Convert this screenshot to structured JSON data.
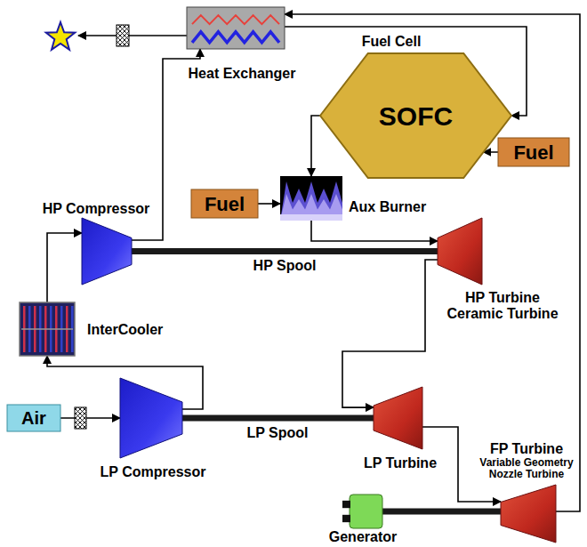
{
  "diagram": {
    "nodes": [
      {
        "text": [
          "Heat Exchanger"
        ]
      },
      {
        "text": [
          "Fuel Cell",
          "SOFC"
        ]
      },
      {
        "text": [
          "Fuel"
        ]
      },
      {
        "text": [
          "Fuel"
        ]
      },
      {
        "text": [
          "Aux Burner"
        ]
      },
      {
        "text": [
          "HP Compressor"
        ]
      },
      {
        "text": [
          "HP Turbine Ceramic Turbine"
        ]
      },
      {
        "text": [
          "InterCooler"
        ]
      },
      {
        "text": [
          "Air"
        ]
      },
      {
        "text": [
          "LP Compressor"
        ]
      },
      {
        "text": [
          "LP Turbine"
        ]
      },
      {
        "text": [
          "FP Turbine",
          "Variable Geometry Nozzle Turbine"
        ]
      },
      {
        "text": [
          "Generator"
        ]
      }
    ],
    "edges": [
      {
        "from": 8,
        "to": 9,
        "arrow": "to"
      },
      {
        "from": 9,
        "to": 7,
        "arrow": "to"
      },
      {
        "from": 7,
        "to": 5,
        "arrow": "to"
      },
      {
        "from": 5,
        "to": 0,
        "arrow": "to"
      },
      {
        "from": 0,
        "to": 1,
        "arrow": "to"
      },
      {
        "from": 11,
        "to": 0,
        "arrow": "to"
      },
      {
        "from": 2,
        "to": 1,
        "arrow": "to"
      },
      {
        "from": 1,
        "to": 4,
        "arrow": "to"
      },
      {
        "from": 3,
        "to": 4,
        "arrow": "to"
      },
      {
        "from": 4,
        "to": 6,
        "arrow": "to"
      },
      {
        "from": 6,
        "to": 10,
        "arrow": "to"
      },
      {
        "from": 10,
        "to": 11,
        "arrow": "to"
      },
      {
        "from": 5,
        "to": 6,
        "label": "HP Spool",
        "arrow": "none"
      },
      {
        "from": 9,
        "to": 10,
        "label": "LP Spool",
        "arrow": "none"
      },
      {
        "from": 11,
        "to": 12,
        "arrow": "none"
      }
    ]
  }
}
